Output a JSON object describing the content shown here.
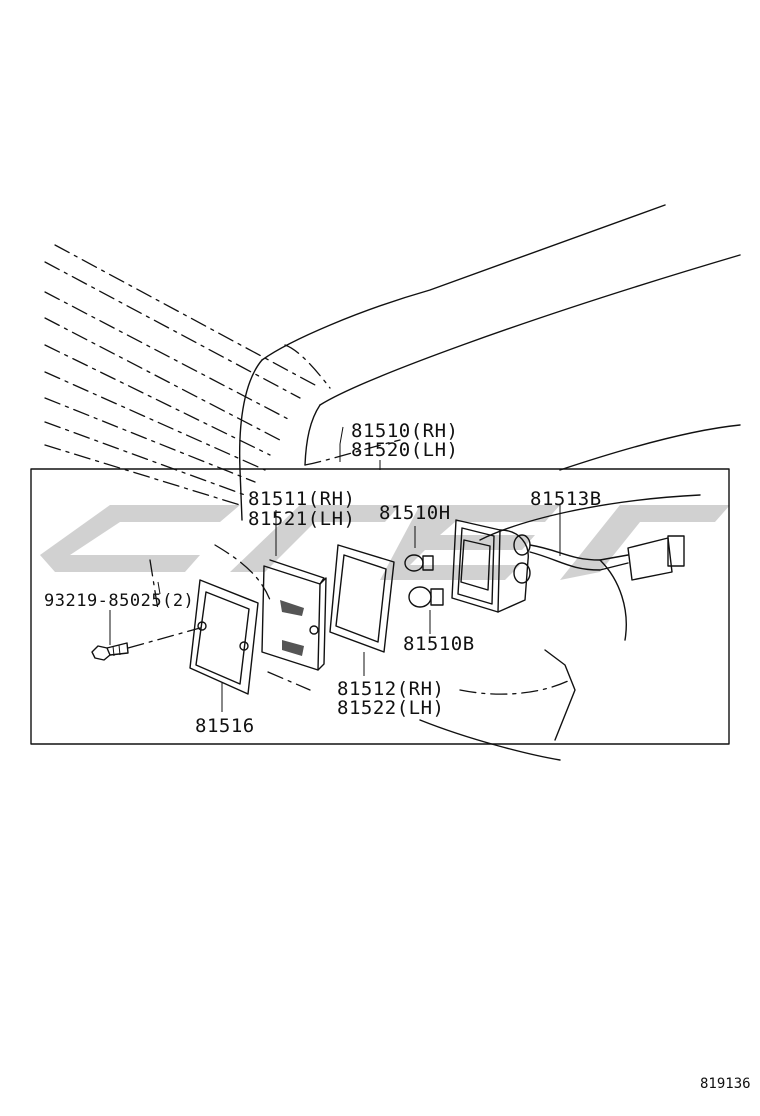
{
  "labels": {
    "p81510": "81510(RH)",
    "p81520": "81520(LH)",
    "p81511": "81511(RH)",
    "p81521": "81521(LH)",
    "p81510H": "81510H",
    "p81513B": "81513B",
    "p93219": "93219-85025(2)",
    "p81510B": "81510B",
    "p81512": "81512(RH)",
    "p81522": "81522(LH)",
    "p81516": "81516"
  },
  "reference": "819136"
}
